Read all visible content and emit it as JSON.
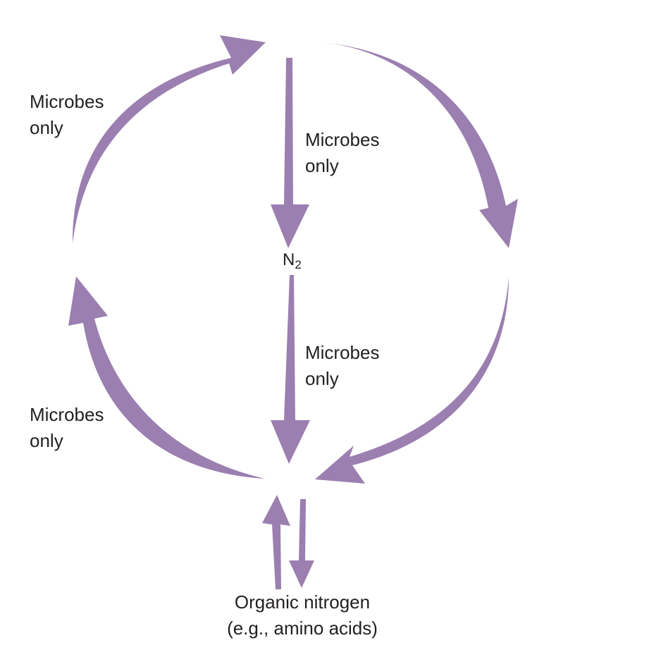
{
  "colors": {
    "arrow_fill": "#9b7fb0",
    "arrow_stroke": "#5d4a6e",
    "text": "#231f20",
    "background": "#ffffff"
  },
  "labels": {
    "top_left": [
      "Microbes",
      "only"
    ],
    "top_center": [
      "Microbes",
      "only"
    ],
    "mid_center": [
      "Microbes",
      "only"
    ],
    "bottom_left": [
      "Microbes",
      "only"
    ],
    "n2_main": "N",
    "n2_sub": "2",
    "bottom": [
      "Organic nitrogen",
      "(e.g., amino acids)"
    ]
  }
}
